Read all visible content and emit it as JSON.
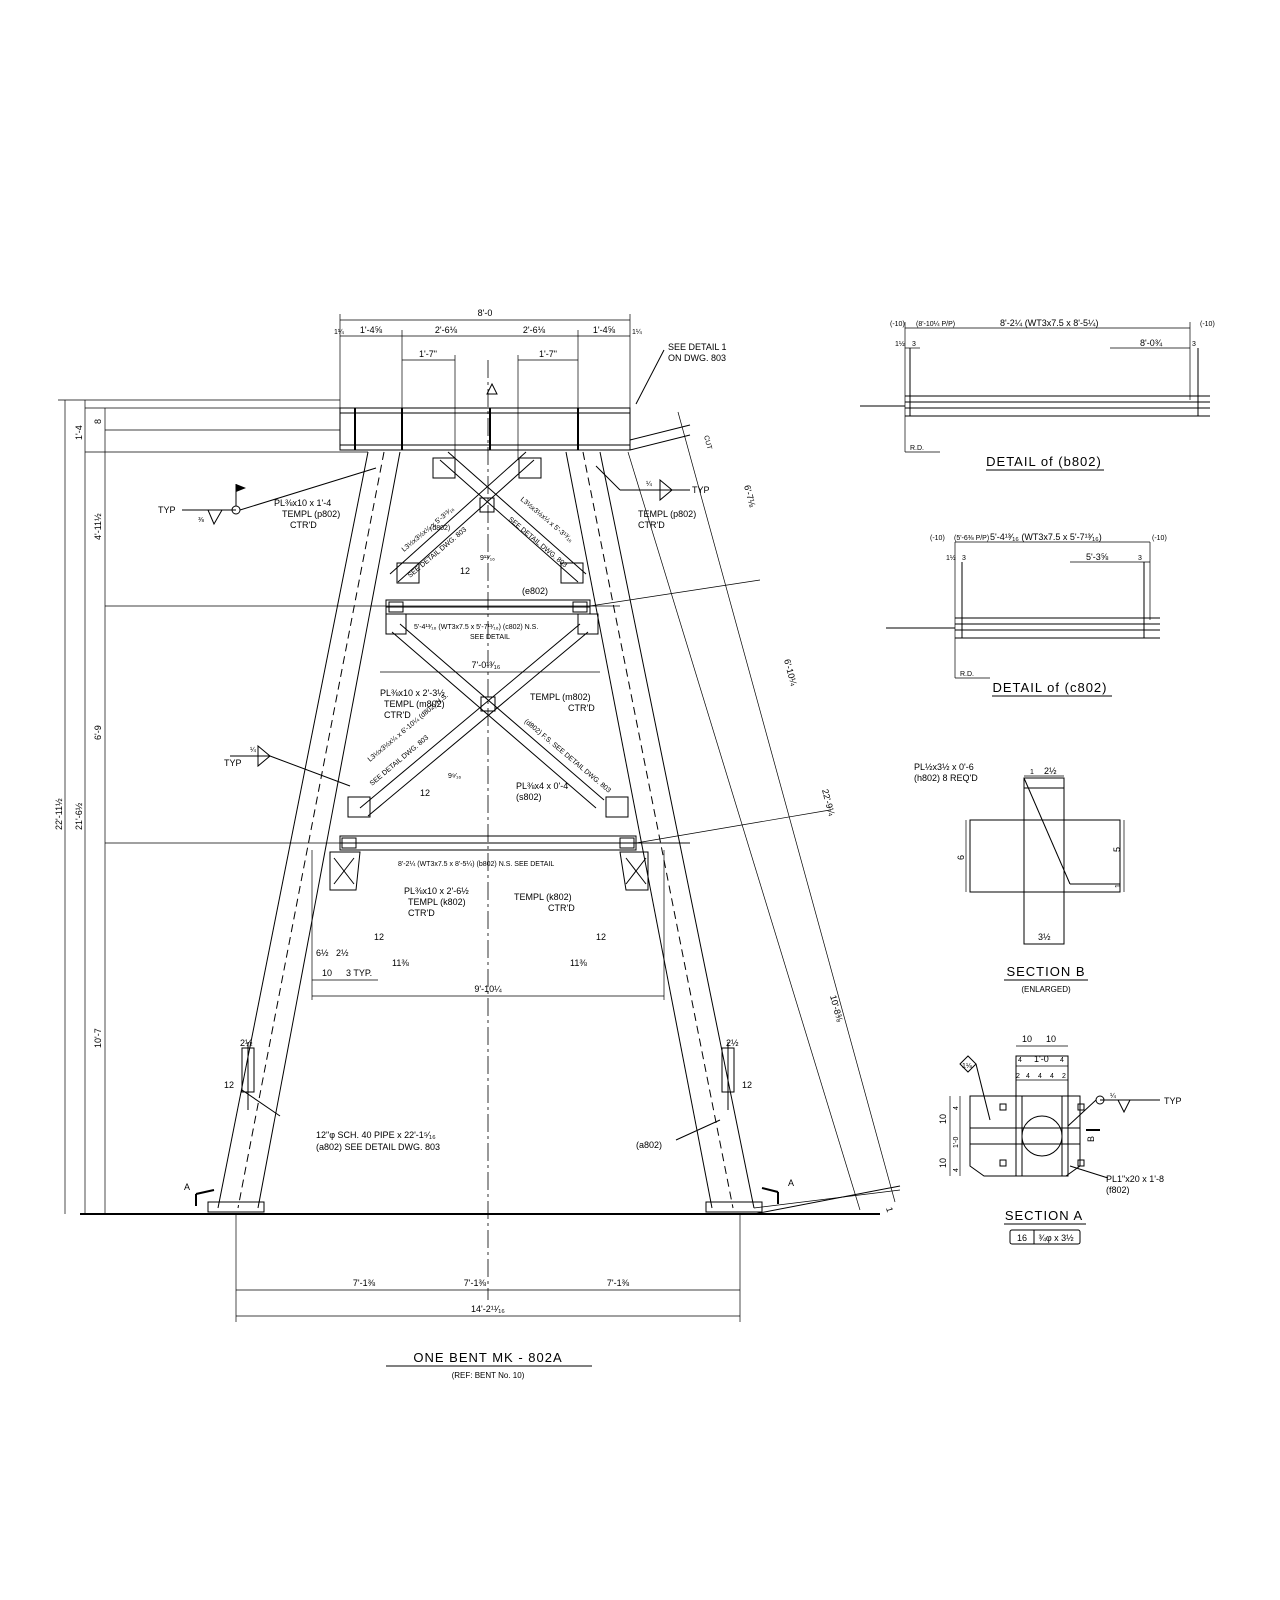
{
  "main": {
    "title": "ONE BENT MK - 802A",
    "ref": "(REF: BENT No. 10)",
    "dims": {
      "top_width": "8'-0",
      "top_a": "1'-4⅝",
      "top_b": "2'-6⅛",
      "top_c": "2'-6⅛",
      "top_d": "1'-4⅝",
      "top_e": "1¼",
      "top_f": "1¼",
      "gap_left": "1'-7\"",
      "gap_right": "1'-7\"",
      "h_1_4": "1'-4",
      "h_8": "8",
      "h_4_11": "4'-11½",
      "h_6_9": "6'-9",
      "h_10_7": "10'-7",
      "h_total": "22'-11½",
      "h_21": "21'-6½",
      "mid_width": "7'-0¹³⁄₁₆",
      "low_width": "9'-10¼",
      "base_left": "7'-1⅜",
      "base_right": "7'-1⅜",
      "base_total": "14'-2¹¹⁄₁₆",
      "slant_upper": "6'-7⅛",
      "slant_mid": "6'-10¼",
      "slant_total": "22'-9¼",
      "slant_lower": "10'-8⅜",
      "one": "1",
      "ten": "10",
      "three_typ": "3 TYP.",
      "six_half": "6½",
      "two_half": "2½",
      "eleven_l": "11⅜",
      "eleven_r": "11⅜",
      "twelve": "12",
      "two_half_l": "2½",
      "two_half_r": "2½",
      "twelve_l": "12",
      "twelve_r": "12",
      "nine_a": "9¹³⁄₁₆",
      "nine_b": "9⁹⁄₁₆"
    },
    "notes": {
      "see_detail_1": "SEE DETAIL 1",
      "on_dwg": "ON DWG. 803",
      "typ": "TYP",
      "pl_p802": "PL⅜x10 x 1'-4",
      "temp_p802_l": "TEMPL (p802)",
      "ctrd": "CTR'D",
      "temp_p802_r": "TEMPL (p802)",
      "ctrd_r": "CTR'D",
      "angle_left": "L3½x3½x¼ x 5'-3¹³⁄₁₆",
      "d802": "(d802)",
      "see_detail_dwg": "SEE DETAIL DWG. 803",
      "angle_right": "L3½x3½x¼ x 5'-3¹³⁄₁₆",
      "e802": "(e802)",
      "c802_label": "5'-4¹³⁄₁₆ (WT3x7.5 x 5'-7¹³⁄₁₆) (c802) N.S.",
      "see_detail": "SEE DETAIL",
      "pl_m802": "PL⅜x10 x 2'-3½",
      "temp_m802": "TEMPL (m802)",
      "temp_m802_r": "TEMPL (m802)",
      "f802_label": "(d802) F.S. SEE DETAIL DWG. 803",
      "angle_low": "L3½x3½x¼ x 6'-10¼ (d802) N.S.",
      "pl_s802": "PL⅜x4 x 0'-4",
      "s802": "(s802)",
      "b802_label": "8'-2¼ (WT3x7.5 x 8'-5¼) (b802) N.S. SEE DETAIL",
      "pl_k802": "PL⅜x10 x 2'-6½",
      "temp_k802": "TEMPL (k802)",
      "temp_k802_r": "TEMPL (k802)",
      "pipe": "12\"φ SCH. 40 PIPE x 22'-1⁵⁄₁₆",
      "a802": "(a802) SEE DETAIL DWG. 803",
      "a802_r": "(a802)",
      "sec_a": "A",
      "sec_a2": "A",
      "cut": "CUT",
      "typ2": "TYP",
      "typ3": "TYP",
      "frac_q": "¼",
      "frac_3_8": "⅜"
    }
  },
  "detail_b": {
    "title": "DETAIL of (b802)",
    "top": "8'-2¼ (WT3x7.5 x 8'-5¼)",
    "sub": "8'-0¾",
    "l10": "(-10)",
    "r10": "(-10)",
    "small": "(8'-10¼ P/P)",
    "a": "1½",
    "b": "3",
    "c": "3",
    "rd": "R.D."
  },
  "detail_c": {
    "title": "DETAIL of (c802)",
    "top": "5'-4¹³⁄₁₆ (WT3x7.5 x 5'-7¹³⁄₁₆)",
    "sub": "5'-3⅝",
    "l10": "(-10)",
    "r10": "(-10)",
    "small": "(5'-6⅜ P/P)",
    "a": "1½",
    "b": "3",
    "c": "3",
    "rd": "R.D."
  },
  "section_b": {
    "title": "SECTION B",
    "sub": "(ENLARGED)",
    "note1": "PL½x3½ x 0'-6",
    "note2": "(h802) 8 REQ'D",
    "d1": "1",
    "d2": "2½",
    "d6": "6",
    "d5": "5",
    "d1b": "1",
    "d35": "3½"
  },
  "section_a": {
    "title": "SECTION A",
    "bolt_n": "16",
    "bolt_s": "¾φ x 3½",
    "d10a": "10",
    "d10b": "10",
    "d4a": "4",
    "d110": "1'-0",
    "d4b": "4",
    "d2": "2",
    "d4c": "4",
    "d4d": "4",
    "d4e": "4",
    "d2b": "2",
    "l10": "10",
    "l10b": "10",
    "l4": "4",
    "l110": "1'-0",
    "l4b": "4",
    "pl": "PL1\"x20 x 1'-8",
    "f802": "(f802)",
    "typ": "TYP",
    "q": "¼",
    "b": "B",
    "dia": "1⅛"
  }
}
